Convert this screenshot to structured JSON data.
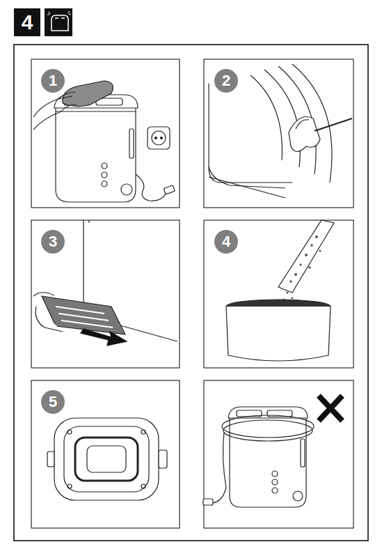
{
  "diagram": {
    "labels": [
      "4",
      "1",
      "2",
      "3",
      "4",
      "5"
    ]
  }
}
